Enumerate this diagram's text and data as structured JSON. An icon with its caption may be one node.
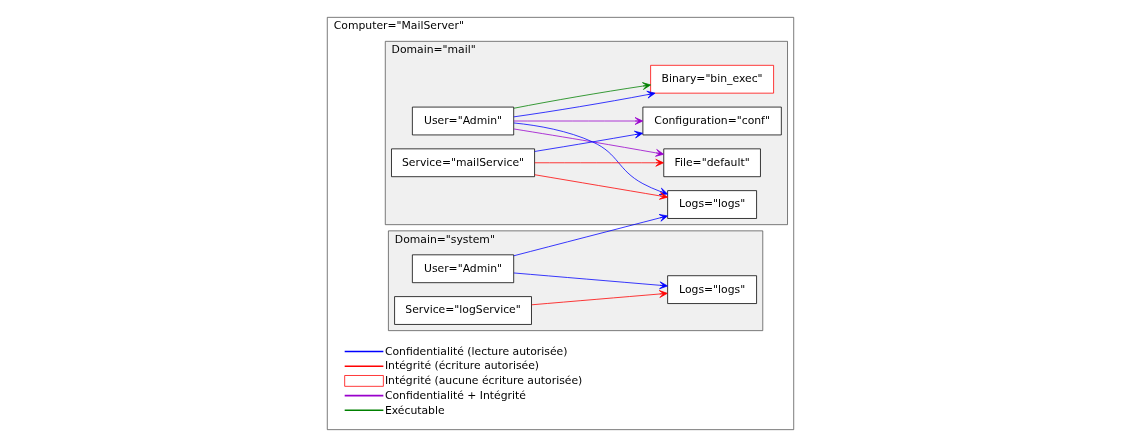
{
  "diagram": {
    "nodes": [
      {
        "text": [
          "Computer=\"MailServer\""
        ]
      },
      {
        "text": [
          "Domain=\"mail\""
        ],
        "in": 0
      },
      {
        "text": [
          "User=\"Admin\""
        ],
        "in": 1
      },
      {
        "text": [
          "Service=\"mailService\""
        ],
        "in": 1
      },
      {
        "text": [
          "File=\"default\""
        ],
        "in": 1
      },
      {
        "text": [
          "Configuration=\"conf\""
        ],
        "in": 1
      },
      {
        "text": [
          "Binary=\"bin_exec\""
        ],
        "in": 1
      },
      {
        "text": [
          "Logs=\"logs\""
        ],
        "in": 1
      },
      {
        "text": [
          "Domain=\"system\""
        ],
        "in": 0
      },
      {
        "text": [
          "User=\"Admin\""
        ],
        "in": 8
      },
      {
        "text": [
          "Service=\"logService\""
        ],
        "in": 8
      },
      {
        "text": [
          "Logs=\"logs\""
        ],
        "in": 8
      }
    ],
    "edges": [
      {
        "from": 2,
        "to": 4,
        "arrow": "to",
        "color": "#9900cc"
      },
      {
        "from": 2,
        "to": 5,
        "arrow": "to",
        "color": "#9900cc"
      },
      {
        "from": 2,
        "to": 6,
        "arrow": "to"
      },
      {
        "from": 2,
        "to": 6,
        "arrow": "to",
        "color": "#008000"
      },
      {
        "from": 2,
        "to": 7,
        "arrow": "to"
      },
      {
        "from": 3,
        "to": 4,
        "arrow": "to",
        "color": "#ff0000"
      },
      {
        "from": 3,
        "to": 5,
        "arrow": "to"
      },
      {
        "from": 3,
        "to": 7,
        "arrow": "to",
        "color": "#ff0000"
      },
      {
        "from": 9,
        "to": 7,
        "arrow": "to"
      },
      {
        "from": 9,
        "to": 11,
        "arrow": "to"
      },
      {
        "from": 10,
        "to": 11,
        "arrow": "to",
        "color": "#ff0000"
      }
    ],
    "legend": [
      {
        "text": "Confidentialité (lecture autorisée)"
      },
      {
        "text": "Intégrité (écriture autorisée)"
      },
      {
        "text": "Intégrité (aucune écriture autorisée)"
      },
      {
        "text": "Confidentialité + Intégrité"
      },
      {
        "text": "Exécutable"
      }
    ]
  }
}
